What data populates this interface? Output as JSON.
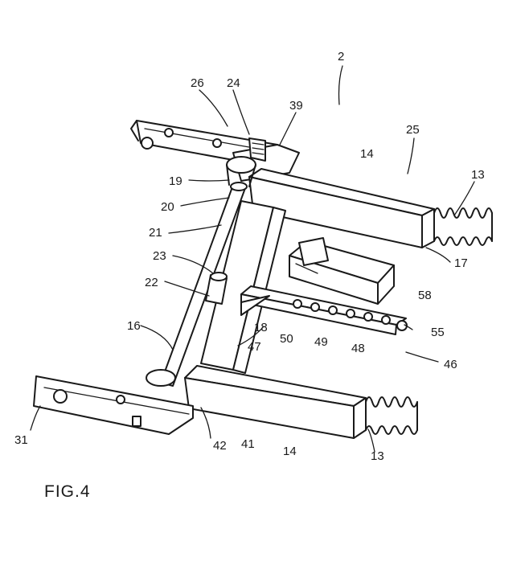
{
  "figure": {
    "caption": "FIG.4"
  },
  "labels": {
    "l2": "2",
    "l26": "26",
    "l24": "24",
    "l39": "39",
    "l25": "25",
    "l14a": "14",
    "l13a": "13",
    "l19": "19",
    "l20": "20",
    "l21": "21",
    "l17": "17",
    "l23": "23",
    "l22": "22",
    "l58": "58",
    "l18": "18",
    "l50": "50",
    "l49": "49",
    "l48": "48",
    "l55": "55",
    "l16": "16",
    "l47": "47",
    "l46": "46",
    "l31": "31",
    "l42": "42",
    "l41": "41",
    "l14b": "14",
    "l13b": "13"
  }
}
